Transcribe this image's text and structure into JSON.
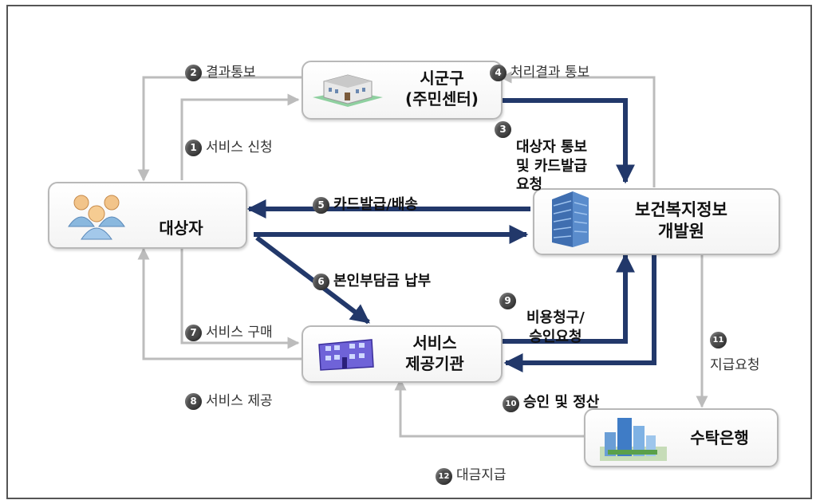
{
  "nodes": {
    "sigungu": "시군구\n(주민센터)",
    "recipient": "대상자",
    "ssis": "보건복지정보\n개발원",
    "provider": "서비스\n제공기관",
    "bank": "수탁은행"
  },
  "steps": [
    {
      "num": "1",
      "text": "서비스 신청"
    },
    {
      "num": "2",
      "text": "결과통보"
    },
    {
      "num": "3",
      "text": "대상자 통보\n및 카드발급\n요청"
    },
    {
      "num": "4",
      "text": "처리결과 통보"
    },
    {
      "num": "5",
      "text": "카드발급/배송"
    },
    {
      "num": "6",
      "text": "본인부담금 납부"
    },
    {
      "num": "7",
      "text": "서비스 구매"
    },
    {
      "num": "8",
      "text": "서비스 제공"
    },
    {
      "num": "9",
      "text": "비용청구/\n승인요청"
    },
    {
      "num": "10",
      "text": "승인 및 정산"
    },
    {
      "num": "11",
      "text": "지급요청"
    },
    {
      "num": "12",
      "text": "대금지급"
    }
  ],
  "colors": {
    "flow_primary": "#22386a",
    "flow_secondary": "#bcbcbc",
    "badge": "#4a4a4a"
  },
  "icons": [
    "building-icon",
    "people-icon",
    "office-tower-icon",
    "provider-building-icon",
    "bank-building-icon"
  ]
}
